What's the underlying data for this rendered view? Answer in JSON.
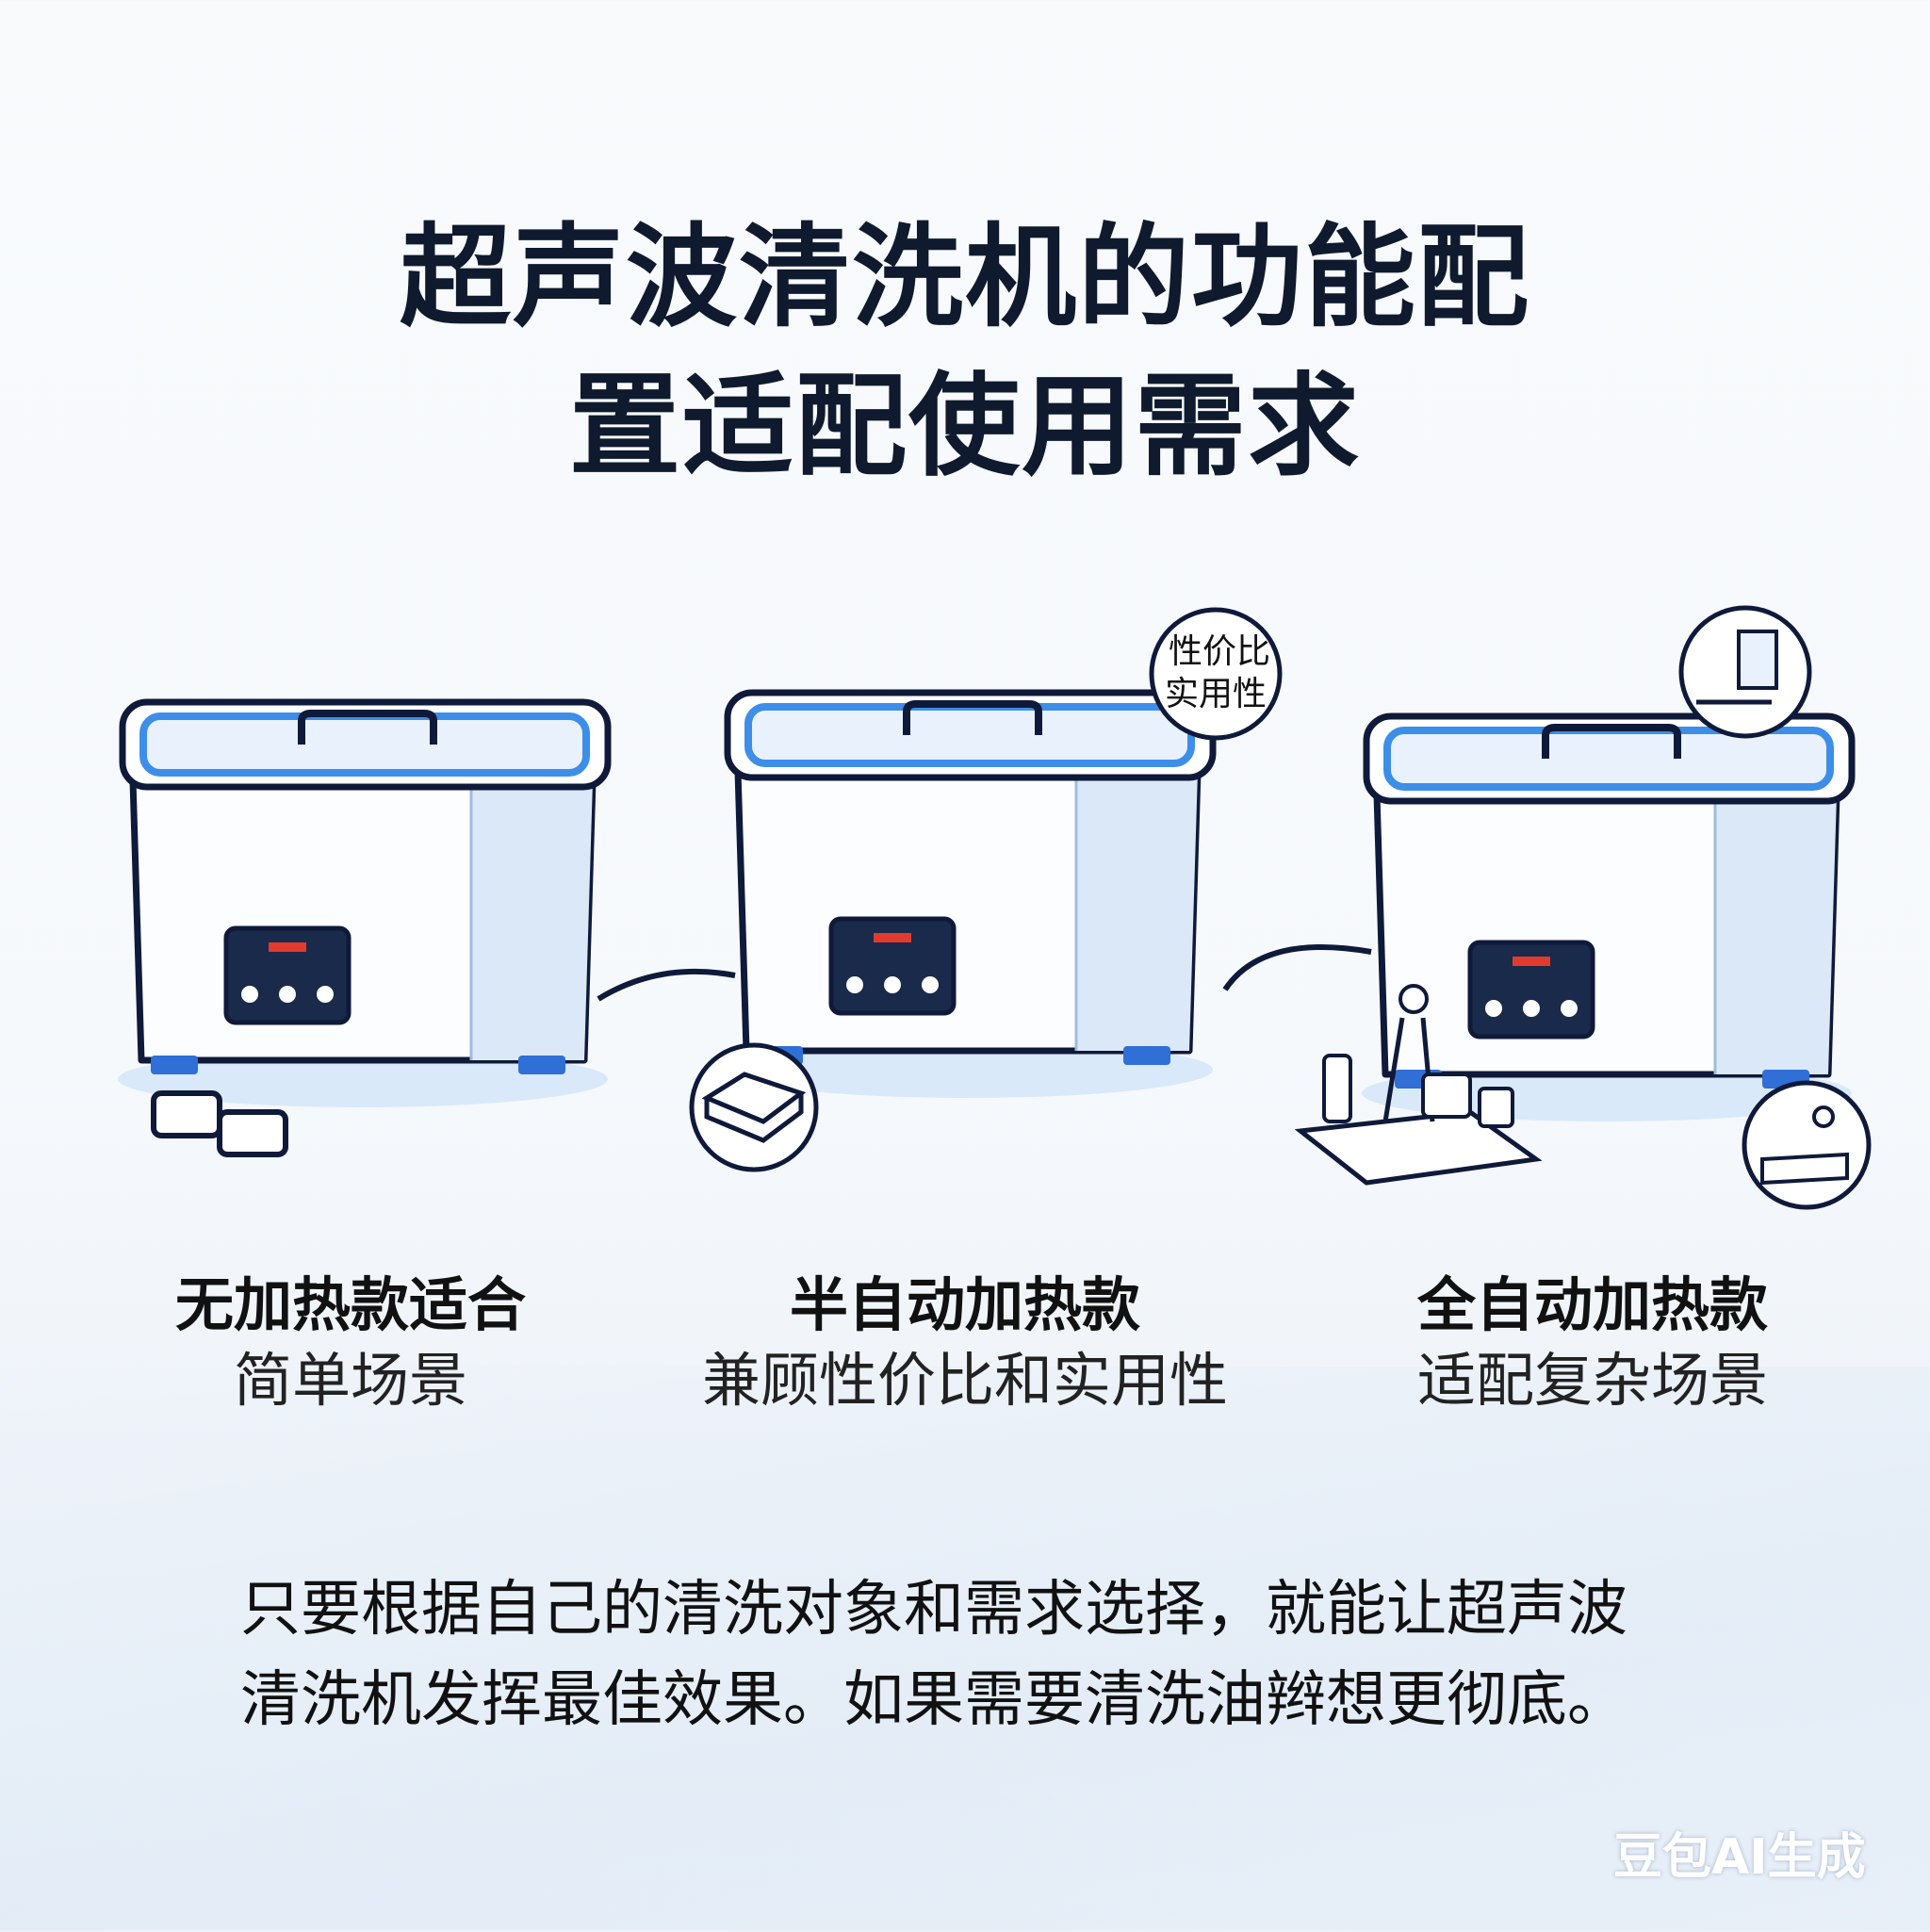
{
  "title": {
    "line1": "超声波清洗机的功能配",
    "line2": "置适配使用需求"
  },
  "badge_text": {
    "line1": "性价比",
    "line2": "实用性"
  },
  "products": [
    {
      "heading": "无加热款适合",
      "sub": "简单场景"
    },
    {
      "heading": "半自动加热款",
      "sub": "兼顾性价比和实用性"
    },
    {
      "heading": "全自动加热款",
      "sub": "适配复杂场景"
    }
  ],
  "footer": {
    "line1": "只要根据自己的清洗对象和需求选择，就能让超声波",
    "line2": "清洗机发挥最佳效果。如果需要清洗油辫想更彻底。"
  },
  "watermark": "豆包AI生成",
  "colors": {
    "accent": "#3d8ee8",
    "outline": "#0f1a3a",
    "display": "#e23b2e"
  }
}
